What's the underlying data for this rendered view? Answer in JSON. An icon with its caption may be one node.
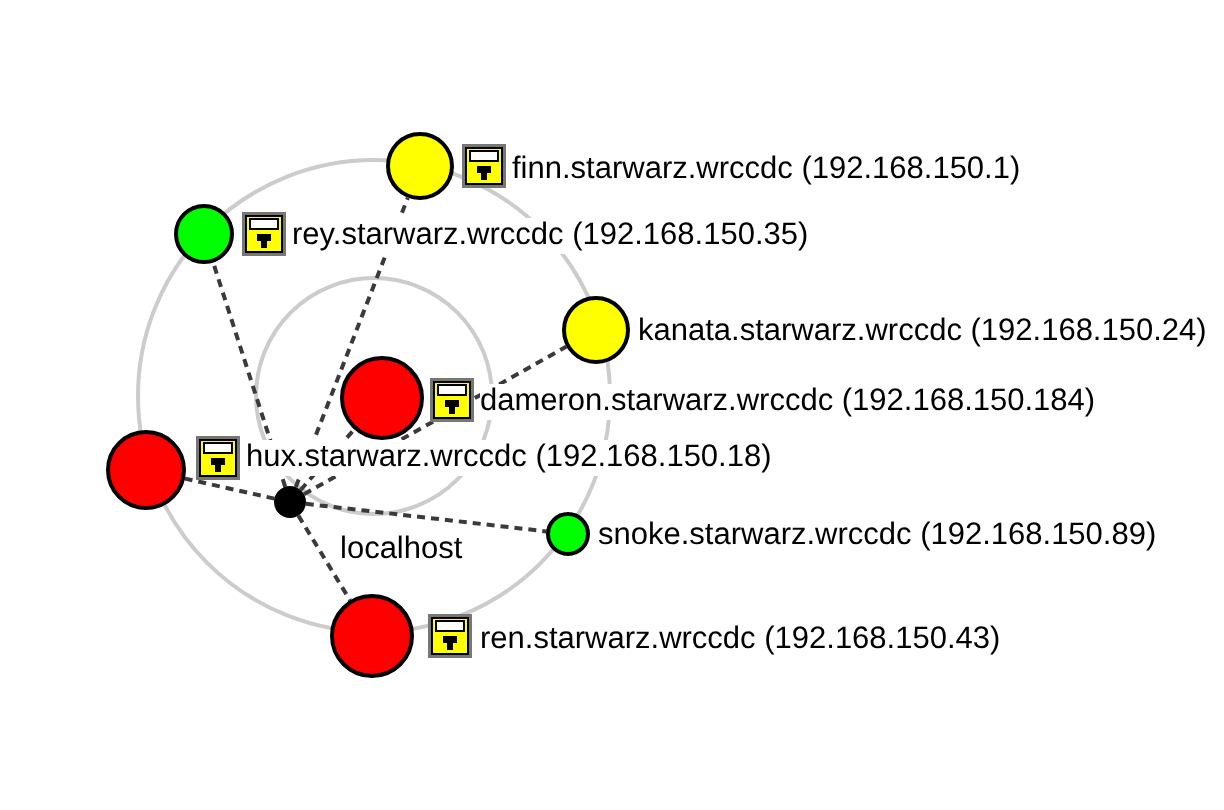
{
  "diagram": {
    "nodes": [
      {
        "text": [],
        "shape": "circle",
        "beside": [
          "finn.starwarz.wrccdc (192.168.150.1)"
        ]
      },
      {
        "text": [],
        "shape": "circle"
      },
      {
        "text": [],
        "shape": "circle",
        "beside": [
          "kanata.starwarz.wrccdc (192.168.150.24)"
        ]
      },
      {
        "text": [],
        "shape": "circle"
      },
      {
        "text": [],
        "shape": "circle"
      },
      {
        "text": [],
        "shape": "circle",
        "beside": [
          "localhost"
        ]
      },
      {
        "text": [],
        "shape": "circle",
        "beside": [
          "snoke.starwarz.wrccdc (192.168.150.89)"
        ]
      },
      {
        "text": [],
        "shape": "circle",
        "beside": [
          "ren.starwarz.wrccdc (192.168.150.43)"
        ]
      }
    ],
    "edges": [
      {
        "from": 5,
        "to": 0,
        "arrow": "none",
        "style": "dashed"
      },
      {
        "from": 5,
        "to": 1,
        "arrow": "none",
        "style": "dashed"
      },
      {
        "from": 5,
        "to": 2,
        "arrow": "none",
        "style": "dashed"
      },
      {
        "from": 5,
        "to": 3,
        "arrow": "none",
        "style": "dashed"
      },
      {
        "from": 5,
        "to": 4,
        "arrow": "none",
        "style": "dashed"
      },
      {
        "from": 5,
        "to": 6,
        "arrow": "none",
        "style": "dashed"
      },
      {
        "from": 5,
        "to": 7,
        "arrow": "none",
        "style": "dashed"
      }
    ],
    "labels": [
      "rey.starwarz.wrccdc (192.168.150.35)",
      "dameron.starwarz.wrccdc (192.168.150.184)",
      "hux.starwarz.wrccdc (192.168.150.18)"
    ]
  }
}
